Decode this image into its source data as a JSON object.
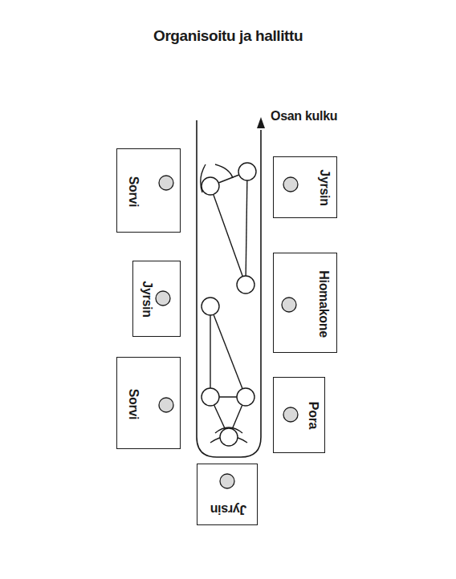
{
  "diagram": {
    "title": "Organisoitu ja hallittu",
    "nodes": [
      {
        "text": [
          "Sorvi"
        ]
      },
      {
        "text": [
          "Jyrsin"
        ]
      },
      {
        "text": [
          "Jyrsin"
        ]
      },
      {
        "text": [
          "Hiomakone"
        ]
      },
      {
        "text": [
          "Sorvi"
        ]
      },
      {
        "text": [
          "Pora"
        ]
      },
      {
        "text": [
          "Jyrsin"
        ]
      }
    ],
    "labels": [
      "Osan kulku"
    ]
  }
}
